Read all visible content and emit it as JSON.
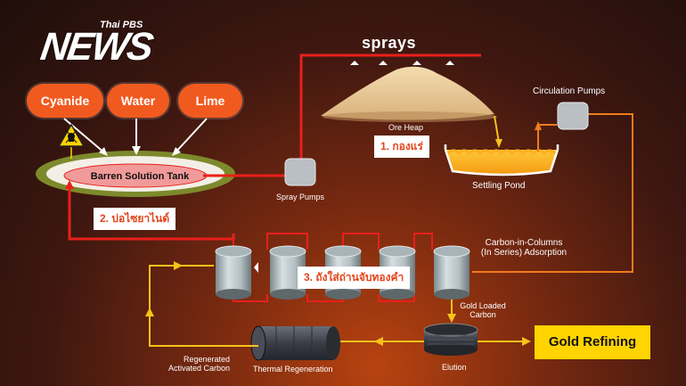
{
  "brand": {
    "small": "Thai PBS",
    "big": "NEWS"
  },
  "inputs": [
    {
      "label": "Cyanide"
    },
    {
      "label": "Water"
    },
    {
      "label": "Lime"
    }
  ],
  "labels": {
    "sprays": "sprays",
    "ore_heap": "Ore Heap",
    "settling_pond": "Settling Pond",
    "circulation_pumps": "Circulation Pumps",
    "barren_tank": "Barren Solution Tank",
    "spray_pumps": "Spray Pumps",
    "cic_line1": "Carbon-in-Columns",
    "cic_line2": "(In Series) Adsorption",
    "gold_loaded_1": "Gold Loaded",
    "gold_loaded_2": "Carbon",
    "regen_1": "Regenerated",
    "regen_2": "Activated Carbon",
    "thermal": "Thermal Regeneration",
    "elution": "Elution",
    "gold_refining": "Gold Refining"
  },
  "thai_labels": {
    "step1": "1. กองแร่",
    "step2": "2. บ่อไซยาไนด์",
    "step3": "3. ถังใส่ถ่านจับทองคำ"
  },
  "icons": {
    "hazard": "skull-crossbones-warning-icon"
  },
  "colors": {
    "pipe_red": "#e8201b",
    "pipe_orange": "#f07b1d",
    "arrow_yellow": "#f7c21a",
    "pill_orange": "#f15a1f",
    "gold_box": "#ffd400"
  }
}
